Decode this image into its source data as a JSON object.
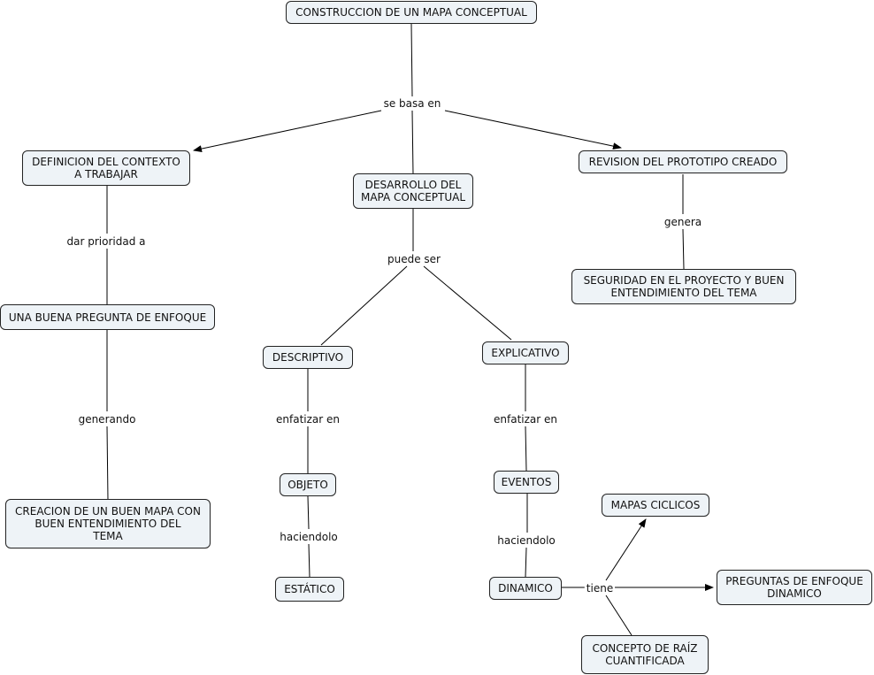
{
  "nodes": {
    "root": "CONSTRUCCION DE UN MAPA CONCEPTUAL",
    "definicion": "DEFINICION DEL CONTEXTO\nA TRABAJAR",
    "desarrollo": "DESARROLLO DEL\nMAPA CONCEPTUAL",
    "revision": "REVISION DEL PROTOTIPO CREADO",
    "seguridad": "SEGURIDAD EN EL PROYECTO Y BUEN\nENTENDIMIENTO DEL TEMA",
    "pregunta": "UNA BUENA PREGUNTA DE ENFOQUE",
    "creacion": "CREACION DE UN BUEN MAPA CON\nBUEN ENTENDIMIENTO DEL\nTEMA",
    "descriptivo": "DESCRIPTIVO",
    "explicativo": "EXPLICATIVO",
    "objeto": "OBJETO",
    "estatico": "ESTÁTICO",
    "eventos": "EVENTOS",
    "dinamico": "DINAMICO",
    "mapas_ciclicos": "MAPAS CICLICOS",
    "preguntas_dinamico": "PREGUNTAS DE ENFOQUE\nDINAMICO",
    "concepto_raiz": "CONCEPTO DE RAÍZ\nCUANTIFICADA"
  },
  "links": {
    "se_basa_en": "se basa en",
    "dar_prioridad": "dar prioridad a",
    "generando": "generando",
    "puede_ser": "puede ser",
    "genera": "genera",
    "enfatizar_1": "enfatizar en",
    "enfatizar_2": "enfatizar en",
    "haciendolo_1": "haciendolo",
    "haciendolo_2": "haciendolo",
    "tiene": "tiene"
  }
}
